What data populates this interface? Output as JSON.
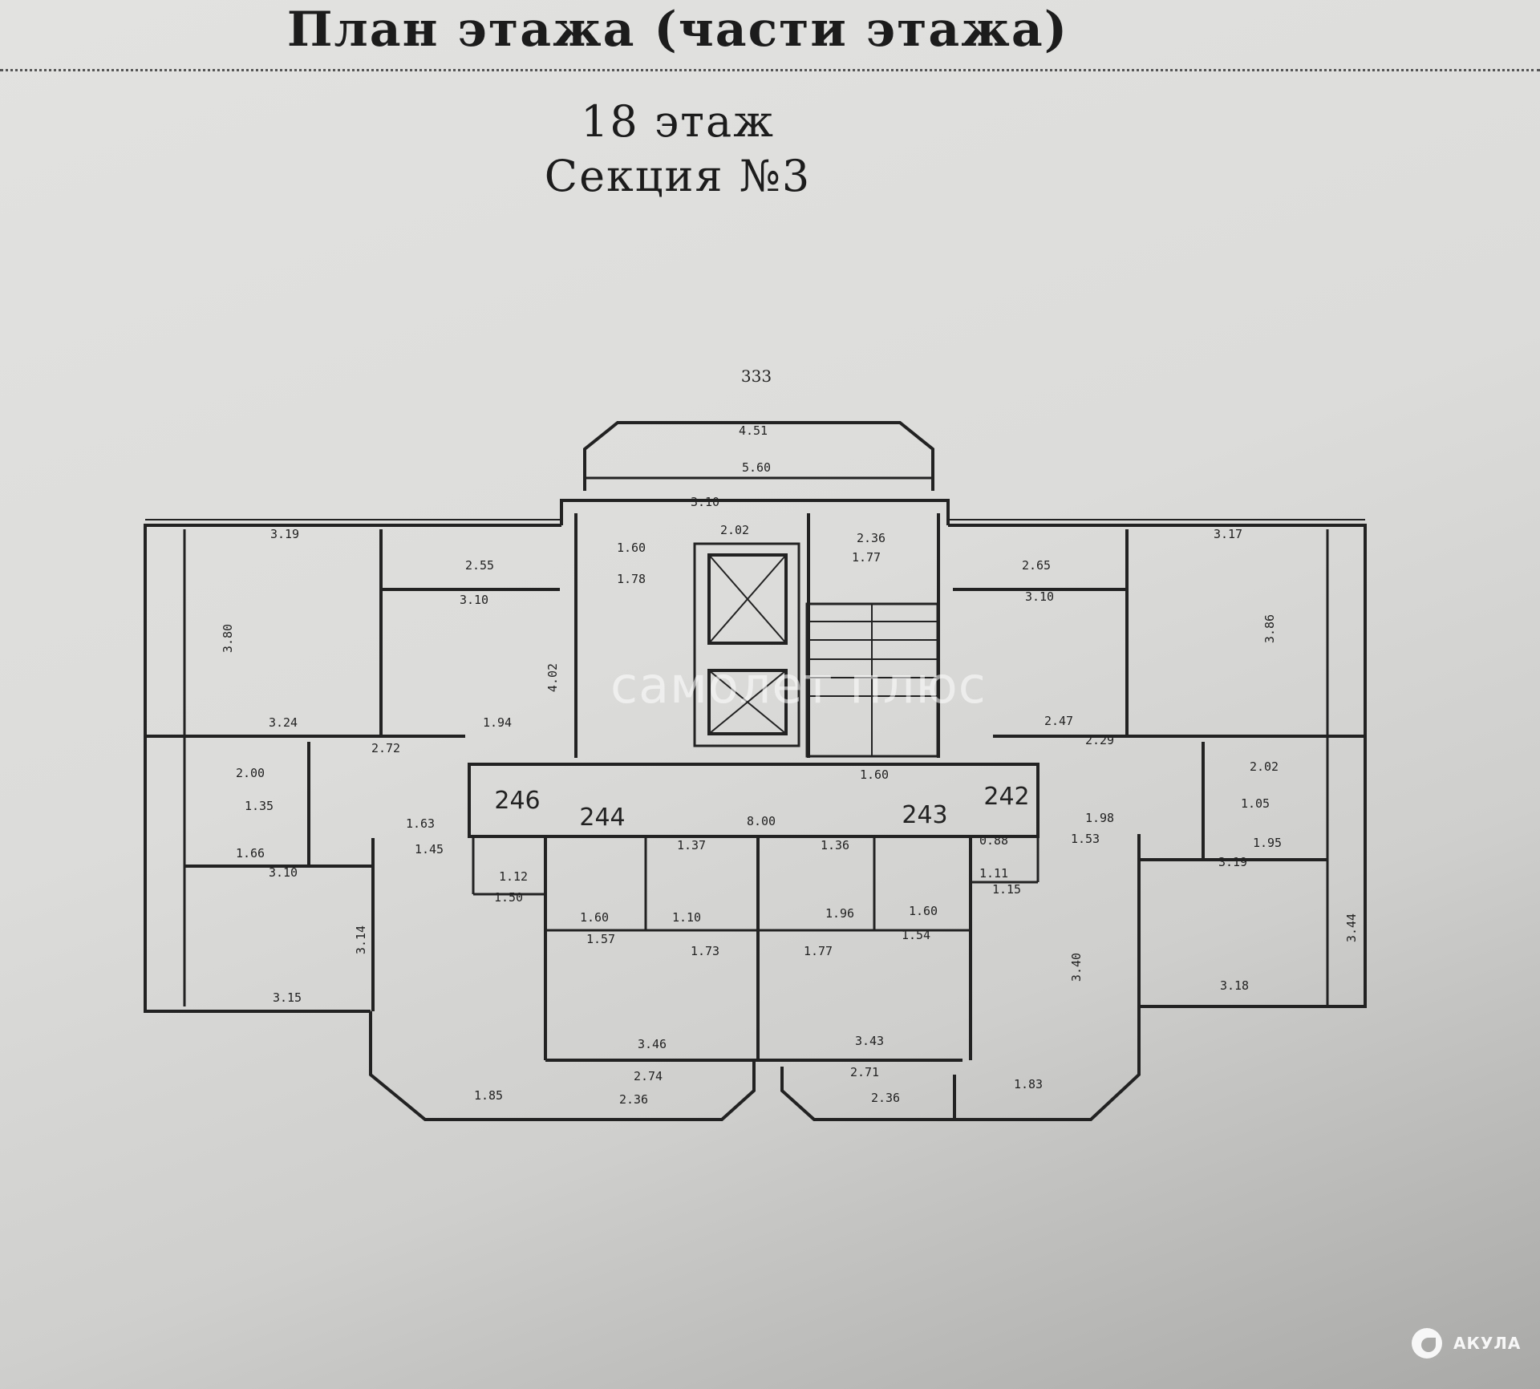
{
  "document": {
    "title": "План этажа (части этажа)",
    "floor": "18 этаж",
    "section": "Секция №3"
  },
  "plan": {
    "top_label": "333",
    "corridor_marks": [
      "246",
      "244",
      "243",
      "242"
    ],
    "dimensions": [
      "4.51",
      "5.60",
      "3.10",
      "2.02",
      "2.36",
      "1.77",
      "1.60",
      "1.78",
      "3.19",
      "2.55",
      "3.10",
      "3.24",
      "2.72",
      "1.94",
      "2.00",
      "1.35",
      "1.63",
      "1.66",
      "3.10",
      "3.15",
      "1.45",
      "1.12",
      "1.50",
      "1.60",
      "1.57",
      "1.10",
      "1.73",
      "3.46",
      "2.74",
      "2.36",
      "1.37",
      "1.36",
      "1.96",
      "1.77",
      "1.60",
      "1.54",
      "3.43",
      "2.71",
      "2.36",
      "1.83",
      "1.85",
      "8.00",
      "1.60",
      "2.65",
      "3.10",
      "3.17",
      "2.47",
      "2.29",
      "2.02",
      "1.05",
      "1.98",
      "1.53",
      "1.95",
      "3.19",
      "3.18",
      "1.11",
      "1.15",
      "0.88",
      "3.80",
      "4.02",
      "3.86",
      "3.44",
      "3.14",
      "3.40"
    ]
  },
  "watermarks": {
    "center": "самолет плюс",
    "corner": "АКУЛА"
  }
}
